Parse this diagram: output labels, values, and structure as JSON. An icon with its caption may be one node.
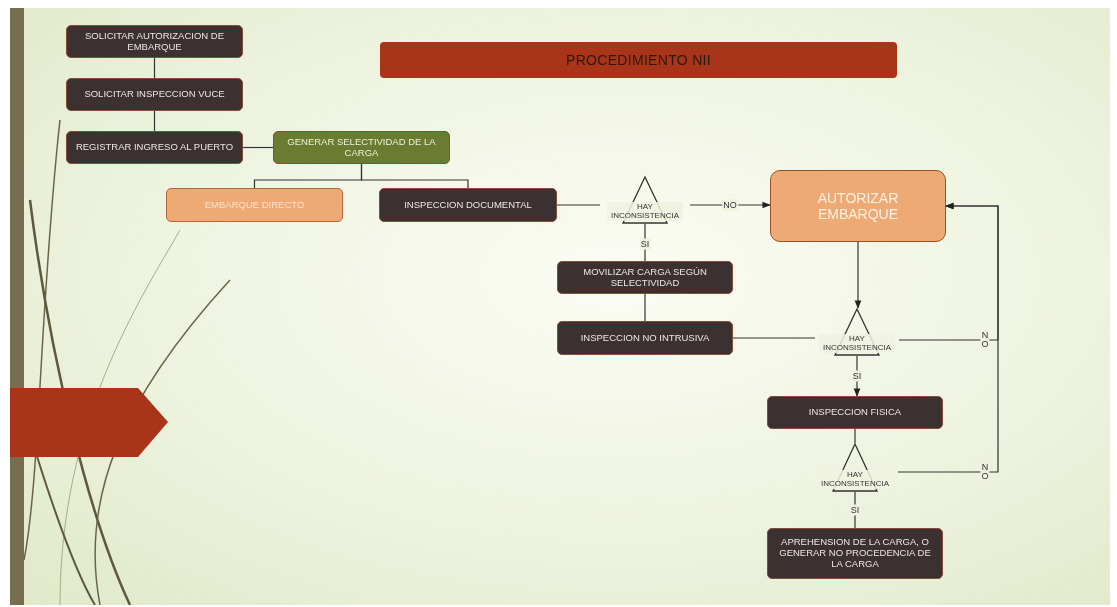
{
  "diagram": {
    "title": "PROCEDIMIENTO NII",
    "nodes": [
      {
        "text": [
          "SOLICITAR  AUTORIZACION DE EMBARQUE"
        ]
      },
      {
        "text": [
          "SOLICITAR INSPECCION VUCE"
        ]
      },
      {
        "text": [
          "REGISTRAR INGRESO AL PUERTO"
        ]
      },
      {
        "text": [
          "GENERAR SELECTIVIDAD DE LA CARGA"
        ]
      },
      {
        "text": [
          "EMBARQUE DIRECTO"
        ]
      },
      {
        "text": [
          "INSPECCION DOCUMENTAL"
        ]
      },
      {
        "text": [
          "HAY INCONSISTENCIA"
        ]
      },
      {
        "text": [
          "AUTORIZAR EMBARQUE"
        ]
      },
      {
        "text": [
          "MOVILIZAR  CARGA SEGÚN SELECTIVIDAD"
        ]
      },
      {
        "text": [
          "INSPECCION NO INTRUSIVA"
        ]
      },
      {
        "text": [
          "HAY INCONSISTENCIA"
        ]
      },
      {
        "text": [
          "INSPECCION FISICA"
        ]
      },
      {
        "text": [
          "HAY INCONSISTENCIA"
        ]
      },
      {
        "text": [
          "APREHENSION DE LA CARGA, O GENERAR NO PROCEDENCIA DE LA CARGA"
        ]
      }
    ],
    "edges": [
      {
        "from": 0,
        "to": 1,
        "arrow": "none"
      },
      {
        "from": 1,
        "to": 2,
        "arrow": "none"
      },
      {
        "from": 2,
        "to": 3,
        "arrow": "none"
      },
      {
        "from": 3,
        "to": 4,
        "arrow": "none"
      },
      {
        "from": 3,
        "to": 5,
        "arrow": "none"
      },
      {
        "from": 5,
        "to": 6,
        "arrow": "none"
      },
      {
        "from": 6,
        "to": 7,
        "arrow": "to",
        "label": "NO"
      },
      {
        "from": 6,
        "to": 8,
        "arrow": "none",
        "label": "SI"
      },
      {
        "from": 8,
        "to": 9,
        "arrow": "none"
      },
      {
        "from": 9,
        "to": 10,
        "arrow": "none"
      },
      {
        "from": 7,
        "to": 10,
        "arrow": "to"
      },
      {
        "from": 10,
        "to": 11,
        "arrow": "to",
        "label": "SI"
      },
      {
        "from": 10,
        "to": 7,
        "arrow": "to",
        "label": "NO"
      },
      {
        "from": 11,
        "to": 12,
        "arrow": "none"
      },
      {
        "from": 12,
        "to": 13,
        "arrow": "none",
        "label": "SI"
      },
      {
        "from": 12,
        "to": 7,
        "arrow": "to",
        "label": "NO"
      }
    ]
  }
}
